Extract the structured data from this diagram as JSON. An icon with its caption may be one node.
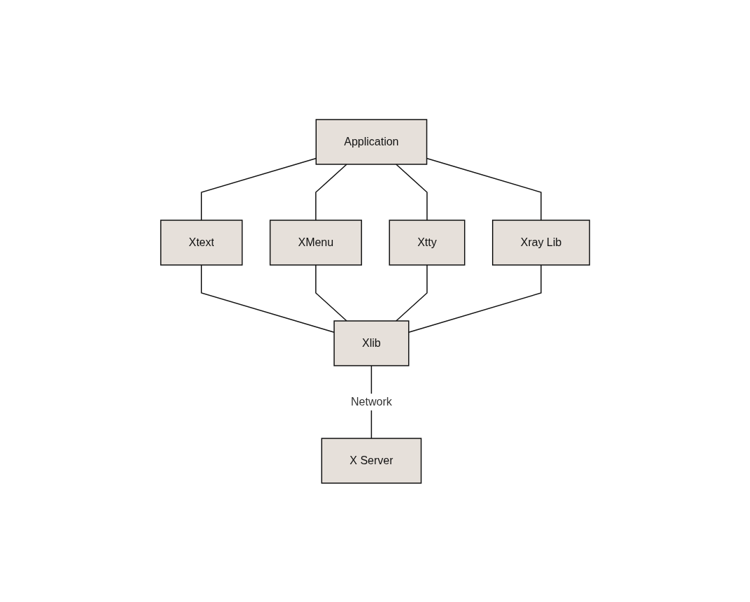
{
  "diagram": {
    "nodes": [
      {
        "text": [
          "Application"
        ]
      },
      {
        "text": [
          "Xtext"
        ]
      },
      {
        "text": [
          "XMenu"
        ]
      },
      {
        "text": [
          "Xtty"
        ]
      },
      {
        "text": [
          "Xray Lib"
        ]
      },
      {
        "text": [
          "Xlib"
        ]
      },
      {
        "text": [
          "X Server"
        ]
      }
    ],
    "edges": [
      {
        "from": 0,
        "to": 1,
        "arrow": "none"
      },
      {
        "from": 0,
        "to": 2,
        "arrow": "none"
      },
      {
        "from": 0,
        "to": 3,
        "arrow": "none"
      },
      {
        "from": 0,
        "to": 4,
        "arrow": "none"
      },
      {
        "from": 1,
        "to": 5,
        "arrow": "none"
      },
      {
        "from": 2,
        "to": 5,
        "arrow": "none"
      },
      {
        "from": 3,
        "to": 5,
        "arrow": "none"
      },
      {
        "from": 4,
        "to": 5,
        "arrow": "none"
      },
      {
        "from": 5,
        "to": 6,
        "arrow": "none",
        "label": "Network"
      }
    ]
  }
}
